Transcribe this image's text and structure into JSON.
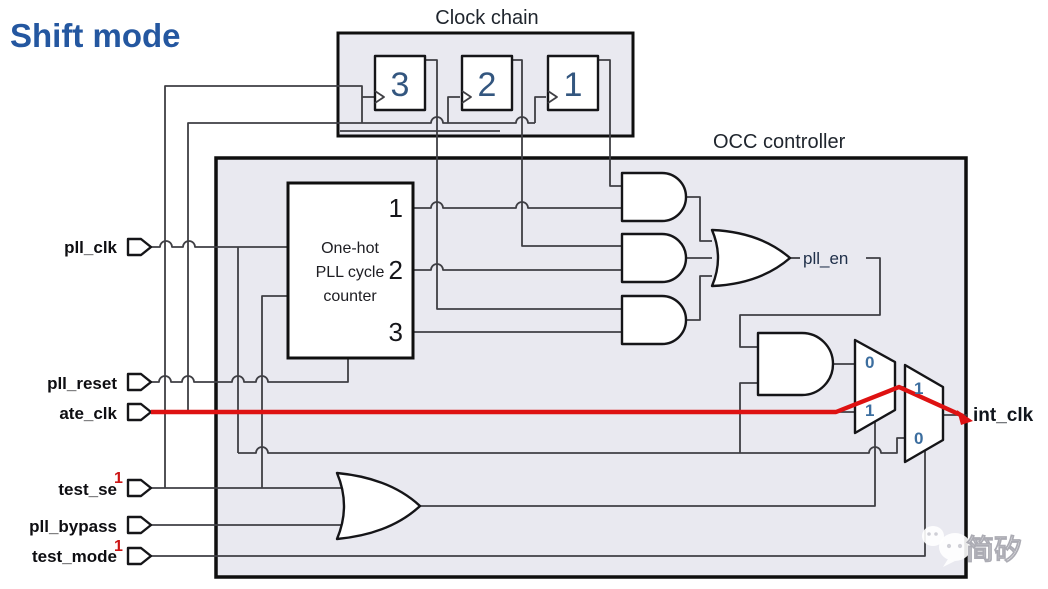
{
  "title": "Shift mode",
  "colors": {
    "accent_red": "#de1212",
    "title_blue": "#2457a0",
    "box_fill": "#e9e9f0",
    "wire": "#3f3f44",
    "digit_blue": "#3c6e9f",
    "ff_digit_blue": "#33567f"
  },
  "clock_chain": {
    "label": "Clock chain",
    "ff_digits": [
      "3",
      "2",
      "1"
    ]
  },
  "occ_controller": {
    "label": "OCC controller"
  },
  "counter": {
    "line1": "One-hot",
    "line2": "PLL cycle",
    "line3": "counter",
    "outputs": [
      "1",
      "2",
      "3"
    ]
  },
  "inputs": [
    {
      "name": "pll_clk"
    },
    {
      "name": "pll_reset"
    },
    {
      "name": "ate_clk"
    },
    {
      "name": "test_se",
      "forced_value": "1"
    },
    {
      "name": "pll_bypass"
    },
    {
      "name": "test_mode",
      "forced_value": "1"
    }
  ],
  "nets": {
    "pll_en": "pll_en",
    "int_clk": "int_clk"
  },
  "mux1": {
    "input0": "0",
    "input1": "1"
  },
  "mux2": {
    "input1": "1",
    "input0": "0"
  },
  "watermark": {
    "text": "简矽"
  }
}
